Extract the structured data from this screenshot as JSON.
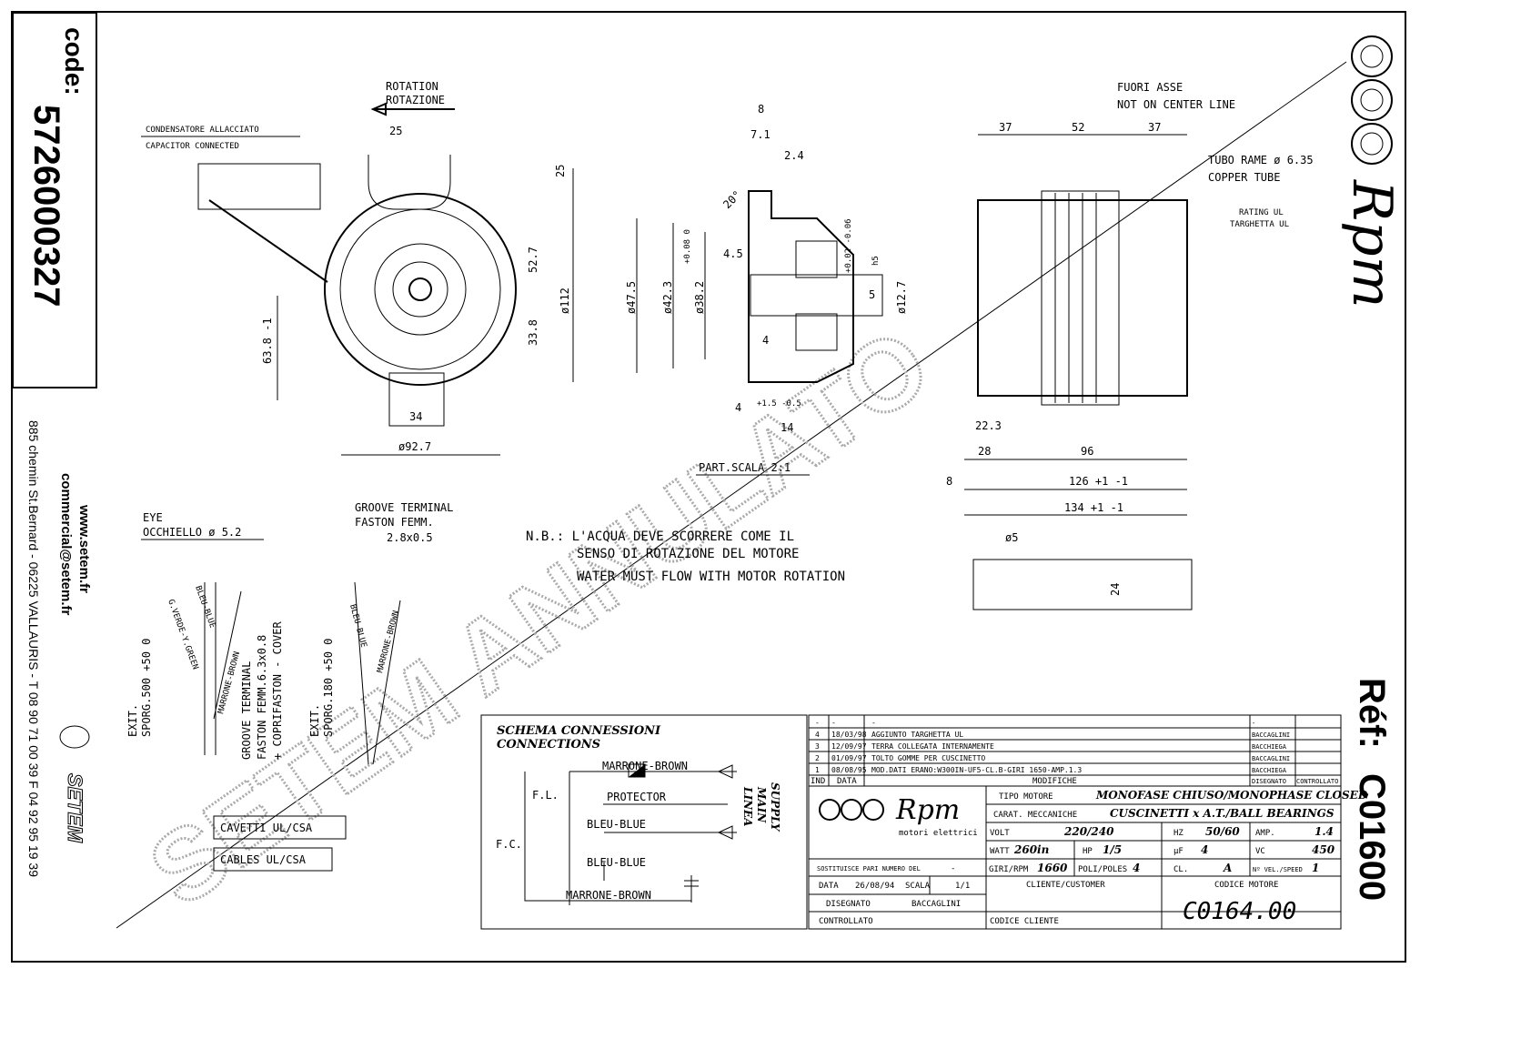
{
  "sidebar": {
    "code_label": "code:",
    "code": "5726000327",
    "contact": [
      "www.setem.fr",
      "commercial@setem.fr",
      "885 chemin St.Bernard - 06225 VALLAURIS - T 08 90 71 00 39  F 04 92 95 19 39"
    ],
    "brand": "SETEM"
  },
  "brand": {
    "logo_text": "Rpm",
    "subtitle": "motori elettrici",
    "ref_label": "Réf:",
    "ref": "C01600"
  },
  "watermark": "SETEM ANNULATO",
  "front_view": {
    "rotation": [
      "ROTATION",
      "ROTAZIONE"
    ],
    "capacitor": [
      "CONDENSATORE ALLACCIATO",
      "CAPACITOR CONNECTED"
    ],
    "dims": [
      "25",
      "25",
      "52.7",
      "ø112",
      "33.8",
      "63.8 -1",
      "34",
      "ø92.7"
    ]
  },
  "section_view": {
    "dims": [
      "8",
      "7.1",
      "2.4",
      "20°",
      "ø47.5",
      "ø42.3",
      "ø38.2",
      "+0.08 0",
      "4.5",
      "+0.02 -0.06",
      "h5",
      "5",
      "ø12.7",
      "4",
      "4",
      "+1.5 -0.5",
      "14"
    ],
    "scale": "PART.SCALA 2:1"
  },
  "side_view": {
    "fuori_asse": [
      "FUORI ASSE",
      "NOT ON CENTER LINE"
    ],
    "tube": [
      "TUBO RAME ø 6.35",
      "COPPER TUBE"
    ],
    "rating": [
      "RATING UL",
      "TARGHETTA UL"
    ],
    "dims": [
      "37",
      "52",
      "37",
      "22.3",
      "28",
      "96",
      "126 +1 -1",
      "8",
      "134 +1 -1",
      "ø5",
      "24"
    ]
  },
  "wires": {
    "eye": [
      "EYE",
      "OCCHIELLO ø 5.2"
    ],
    "groove": [
      "GROOVE TERMINAL",
      "FASTON FEMM.",
      "2.8x0.5"
    ],
    "left_labels": [
      "G.VERDE-Y.GREEN",
      "BLEU-BLUE",
      "MARRONE-BROWN",
      "EXIT.",
      "SPORG.500 +50 0",
      "GROOVE TERMINAL",
      "FASTON FEMM.6.3x0.8",
      "+ COPRIFASTON - COVER"
    ],
    "right_labels": [
      "BLEU-BLUE",
      "MARRONE-BROWN",
      "EXIT.",
      "SPORG.180 +50 0"
    ],
    "cables": [
      "CAVETTI UL/CSA",
      "CABLES UL/CSA"
    ]
  },
  "note": [
    "N.B.: L'ACQUA DEVE SCORRERE COME IL",
    "SENSO DI ROTAZIONE DEL MOTORE",
    "WATER MUST FLOW WITH MOTOR ROTATION"
  ],
  "schematic": {
    "title": [
      "SCHEMA CONNESSIONI",
      "CONNECTIONS"
    ],
    "marrone": "MARRONE-BROWN",
    "protector": "PROTECTOR",
    "bleu1": "BLEU-BLUE",
    "bleu2": "BLEU-BLUE",
    "marrone2": "MARRONE-BROWN",
    "fl": "F.L.",
    "fc": "F.C.",
    "supply": [
      "LINEA",
      "MAIN",
      "SUPPLY"
    ]
  },
  "revisions": {
    "rows": [
      {
        "ind": "-",
        "data": "-",
        "mod": "-",
        "dis": "-"
      },
      {
        "ind": "4",
        "data": "18/03/98",
        "mod": "AGGIUNTO TARGHETTA UL",
        "dis": "BACCAGLINI"
      },
      {
        "ind": "3",
        "data": "12/09/97",
        "mod": "TERRA COLLEGATA INTERNAMENTE",
        "dis": "BACCHIEGA"
      },
      {
        "ind": "2",
        "data": "01/09/97",
        "mod": "TOLTO GOMME PER CUSCINETTO",
        "dis": "BACCAGLINI"
      },
      {
        "ind": "1",
        "data": "08/08/95",
        "mod": "MOD.DATI ERANO:W300IN-UF5-CL.B-GIRI 1650-AMP.1.3",
        "dis": "BACCHIEGA"
      }
    ],
    "headers": {
      "ind": "IND",
      "data": "DATA",
      "mod": "MODIFICHE",
      "dis": "DISEGNATO",
      "ctrl": "CONTROLLATO"
    }
  },
  "title_block": {
    "tipo_label": "TIPO MOTORE",
    "tipo": "MONOFASE CHIUSO/MONOPHASE CLOSED",
    "carat_label": "CARAT. MECCANICHE",
    "carat": "CUSCINETTI x A.T./BALL BEARINGS",
    "volt_label": "VOLT",
    "volt": "220/240",
    "hz_label": "HZ",
    "hz": "50/60",
    "amp_label": "AMP.",
    "amp": "1.4",
    "watt_label": "WATT",
    "watt": "260in",
    "hp_label": "HP",
    "hp": "1/5",
    "uf_label": "µF",
    "uf": "4",
    "vc_label": "VC",
    "vc": "450",
    "giri_label": "GIRI/RPM",
    "giri": "1660",
    "poli_label": "POLI/POLES",
    "poli": "4",
    "cl_label": "CL.",
    "cl": "A",
    "vel_label": "Nº VEL./SPEED",
    "vel": "1",
    "sost_label": "SOSTITUISCE PARI NUMERO DEL",
    "sost": "-",
    "data_label": "DATA",
    "data": "26/08/94",
    "scala_label": "SCALA",
    "scala": "1/1",
    "disegnato_label": "DISEGNATO",
    "disegnato": "BACCAGLINI",
    "controllato_label": "CONTROLLATO",
    "cliente_label": "CLIENTE/CUSTOMER",
    "codice_cliente_label": "CODICE CLIENTE",
    "codice_motore_label": "CODICE MOTORE",
    "codice_motore": "C0164.00"
  }
}
